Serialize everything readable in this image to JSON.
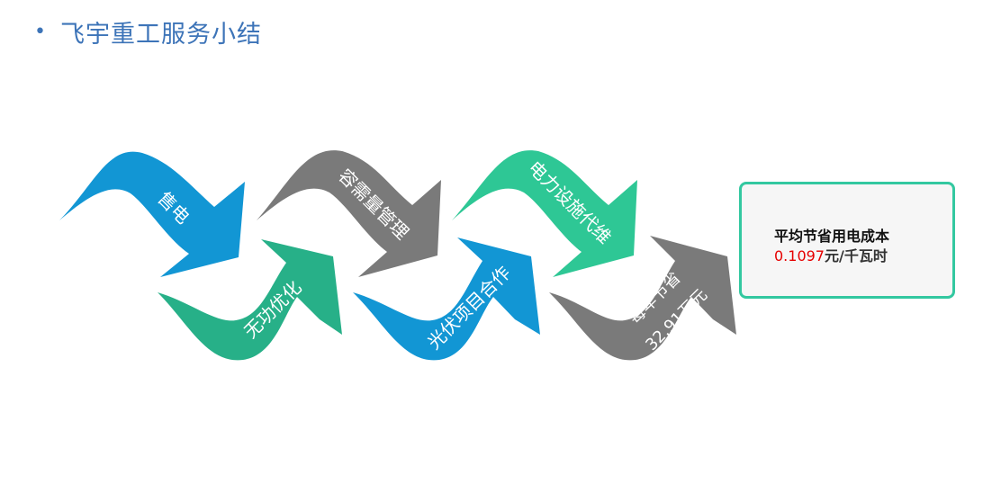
{
  "title": "飞宇重工服务小结",
  "steps": [
    {
      "label": "售电",
      "color": "#1296d4"
    },
    {
      "label": "无功优化",
      "color": "#27b088"
    },
    {
      "label": "容需量管理",
      "color": "#7a7a7a"
    },
    {
      "label": "光伏项目合作",
      "color": "#1296d4"
    },
    {
      "label": "电力设施代维",
      "color": "#2ec795"
    },
    {
      "label": "每年节省",
      "label2": "32.91万元",
      "color": "#7a7a7a"
    }
  ],
  "result": {
    "line1": "平均节省用电成本",
    "value": "0.1097",
    "unit": "元/千瓦时"
  }
}
